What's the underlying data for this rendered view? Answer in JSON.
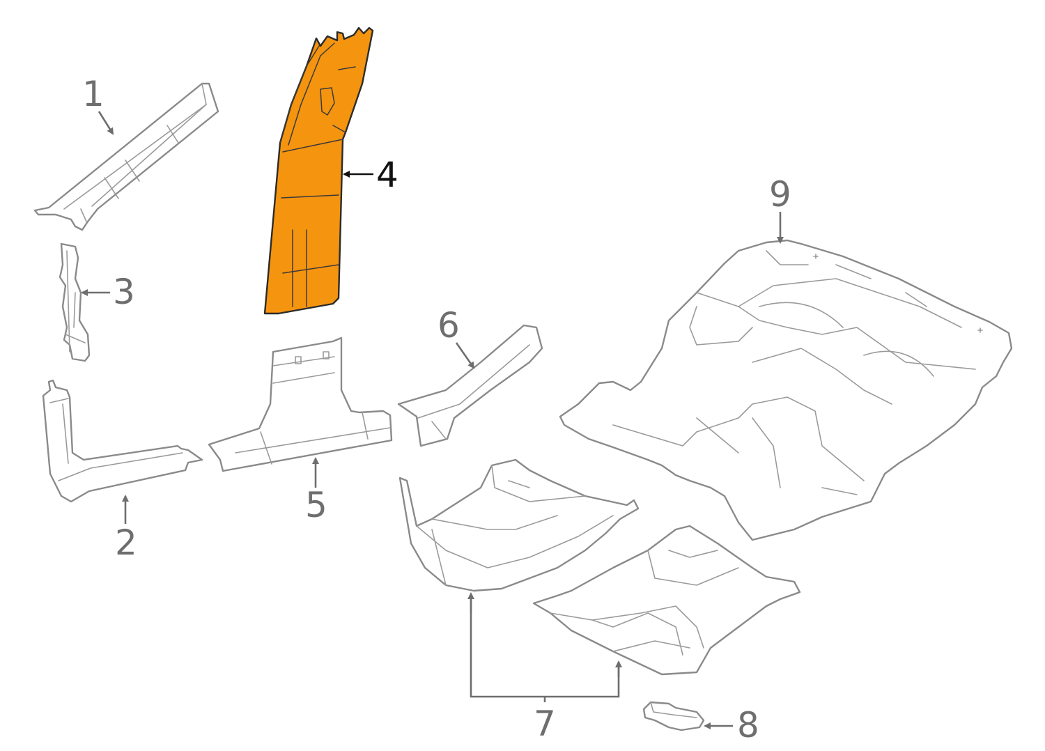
{
  "diagram": {
    "highlight_color": "#f5940f",
    "callouts": [
      {
        "id": "1",
        "label": "1",
        "highlighted": false
      },
      {
        "id": "2",
        "label": "2",
        "highlighted": false
      },
      {
        "id": "3",
        "label": "3",
        "highlighted": false
      },
      {
        "id": "4",
        "label": "4",
        "highlighted": true
      },
      {
        "id": "5",
        "label": "5",
        "highlighted": false
      },
      {
        "id": "6",
        "label": "6",
        "highlighted": false
      },
      {
        "id": "7",
        "label": "7",
        "highlighted": false
      },
      {
        "id": "8",
        "label": "8",
        "highlighted": false
      },
      {
        "id": "9",
        "label": "9",
        "highlighted": false
      }
    ]
  }
}
